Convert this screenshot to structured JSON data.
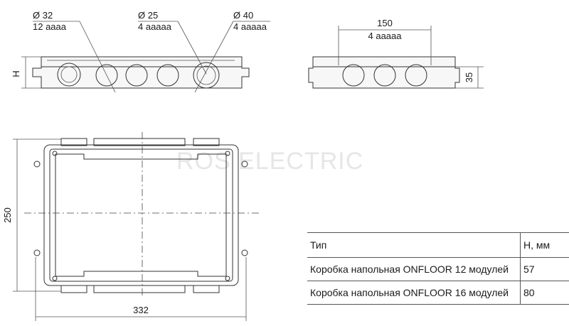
{
  "watermark": "ROS ELECTRIC",
  "front_view": {
    "callouts": [
      {
        "diameter": "Ø 32",
        "count": "12 aaaa"
      },
      {
        "diameter": "Ø 25",
        "count": "4 aaaaa"
      },
      {
        "diameter": "Ø 40",
        "count": "4 aaaaa"
      }
    ],
    "height_label": "H"
  },
  "side_view": {
    "spacing_value": "150",
    "spacing_count": "4 aaaaa",
    "height_value": "35"
  },
  "top_view": {
    "height_value": "250",
    "width_value": "332"
  },
  "spec_table": {
    "headers": [
      "Тип",
      "H, мм"
    ],
    "rows": [
      [
        "Коробка напольная ONFLOOR 12 модулей",
        "57"
      ],
      [
        "Коробка напольная ONFLOOR 16 модулей",
        "80"
      ]
    ]
  }
}
